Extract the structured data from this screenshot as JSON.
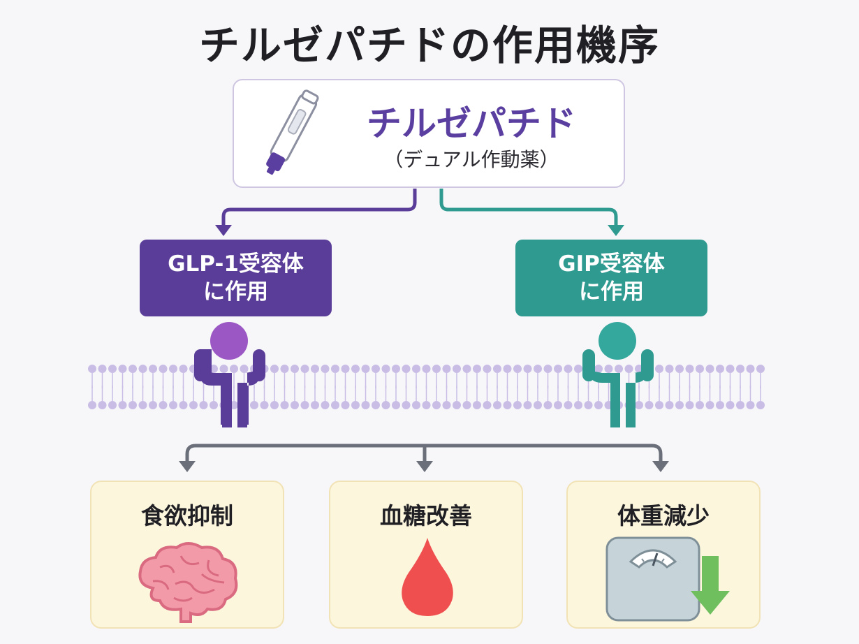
{
  "title": "チルゼパチドの作用機序",
  "drug": {
    "name": "チルゼパチド",
    "subtitle": "（デュアル作動薬）",
    "icon": "injection-pen-icon"
  },
  "receptors": [
    {
      "line1": "GLP-1受容体",
      "line2": "に作用",
      "color": "#5a3d98",
      "icon": "receptor-icon"
    },
    {
      "line1": "GIP受容体",
      "line2": "に作用",
      "color": "#2f9a90",
      "icon": "receptor-icon"
    }
  ],
  "effects": [
    {
      "label": "食欲抑制",
      "icon": "brain-icon"
    },
    {
      "label": "血糖改善",
      "icon": "blood-drop-icon"
    },
    {
      "label": "体重減少",
      "icon": "weight-scale-down-icon"
    }
  ],
  "colors": {
    "purple": "#5a3d98",
    "teal": "#2f9a90",
    "membrane": "#c9bde6",
    "arrow_gray": "#6b6f7a",
    "effect_bg": "#fcf6dd"
  }
}
